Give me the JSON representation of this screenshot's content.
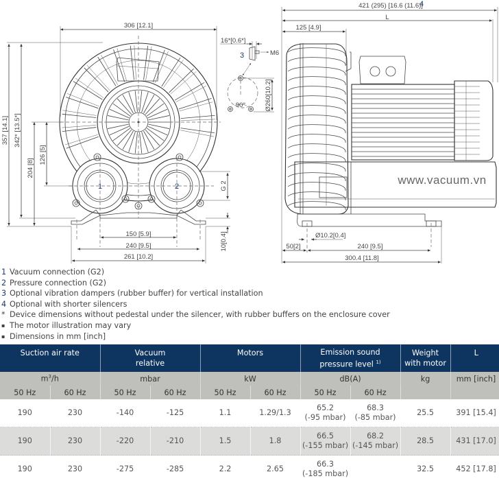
{
  "drawing": {
    "front_view": {
      "width_top": "306 [12.1]",
      "height_total": "357 [14.1]",
      "height_star": "342* [13.5*]",
      "height_204": "204 [8]",
      "height_126": "126 [5]",
      "connection_1": "1",
      "connection_2": "2",
      "thread": "G 2",
      "foot_height": "10[0.4]",
      "span_150": "150 [5.9]",
      "span_240": "240 [9.5]",
      "span_261": "261 [10.2]"
    },
    "damper_detail": {
      "offset": "16*[0.6*]",
      "callout": "3",
      "thread": "M6",
      "angle": "90°",
      "diameter": "Ø260[10.2]"
    },
    "side_view": {
      "length_total": "421 (295) [16.6 (11.6)]",
      "length_callout": "4",
      "length_L": "L",
      "length_125": "125 [4.9]",
      "hole": "Ø10.2[0.4]",
      "span_50": "50[2]",
      "span_240": "240 [9.5]",
      "span_300": "300.4 [11.8]",
      "watermark": "www.vacuum.vn"
    }
  },
  "legend": [
    {
      "mark": "1",
      "text": "Vacuum connection (G2)"
    },
    {
      "mark": "2",
      "text": "Pressure connection (G2)"
    },
    {
      "mark": "3",
      "text": "Optional vibration dampers (rubber buffer) for vertical installation"
    },
    {
      "mark": "4",
      "text": "Optional with shorter silencers"
    },
    {
      "mark": "*",
      "text": "Device dimensions without pedestal under the silencer, with rubber buffers on the enclosure cover"
    },
    {
      "mark": "▪",
      "text": "The motor illustration may vary"
    },
    {
      "mark": "▪",
      "text": "Dimensions in mm [inch]"
    }
  ],
  "table": {
    "headers": {
      "suction": "Suction air rate",
      "vacuum_1": "Vacuum",
      "vacuum_2": "relative",
      "motors": "Motors",
      "sound_1": "Emission sound",
      "sound_2": "pressure level",
      "sound_note": "1)",
      "weight_1": "Weight",
      "weight_2": "with motor",
      "length": "L"
    },
    "units": {
      "suction_a": "m",
      "suction_sup": "3",
      "suction_b": "/h",
      "vacuum": "mbar",
      "motors": "kW",
      "sound": "dB(A)",
      "weight": "kg",
      "length": "mm [inch]"
    },
    "freq": [
      "50 Hz",
      "60 Hz",
      "50 Hz",
      "60 Hz",
      "50 Hz",
      "60 Hz",
      "50 Hz",
      "60 Hz"
    ],
    "rows": [
      {
        "suction_50": "190",
        "suction_60": "230",
        "vacuum_50": "-140",
        "vacuum_60": "-125",
        "motor_50": "1.1",
        "motor_60": "1.29/1.3",
        "sound_50": "65.2",
        "sound_50_note": "(-95 mbar)",
        "sound_60": "68.3",
        "sound_60_note": "(-85 mbar)",
        "weight": "25.5",
        "length": "391 [15.4]"
      },
      {
        "suction_50": "190",
        "suction_60": "230",
        "vacuum_50": "-220",
        "vacuum_60": "-210",
        "motor_50": "1.5",
        "motor_60": "1.8",
        "sound_50": "66.5",
        "sound_50_note": "(-155 mbar)",
        "sound_60": "68.2",
        "sound_60_note": "(-145 mbar)",
        "weight": "28.5",
        "length": "431 [17.0]"
      },
      {
        "suction_50": "190",
        "suction_60": "230",
        "vacuum_50": "-275",
        "vacuum_60": "-285",
        "motor_50": "2.2",
        "motor_60": "2.65",
        "sound_50": "66.3",
        "sound_50_note": "(-185 mbar)",
        "sound_60": "",
        "sound_60_note": "",
        "weight": "32.5",
        "length": "452 [17.8]"
      }
    ]
  }
}
